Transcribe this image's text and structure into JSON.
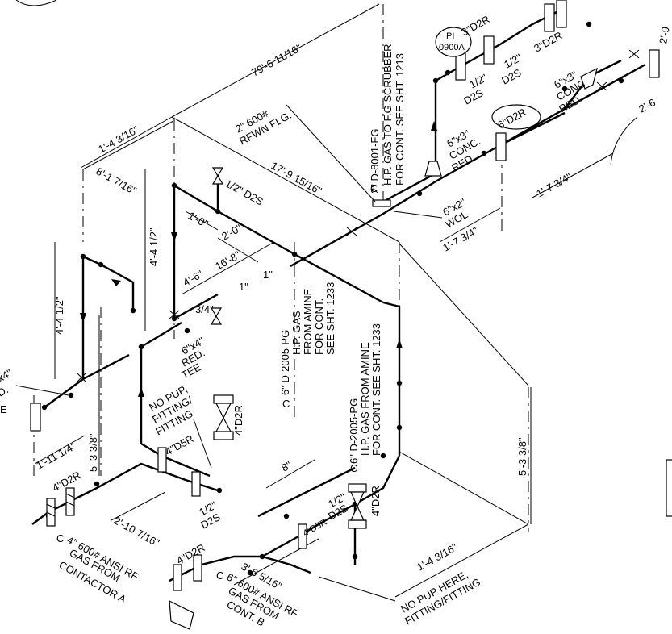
{
  "dimensions": {
    "top_long": "79'-6 11/16\"",
    "top_left": "1'-4 3/16\"",
    "mid_run": "17'-9 15/16\"",
    "left_run": "8'-1 7/16\"",
    "vert_left": "4'-4 1/2\"",
    "vert_far_left": "4'-4 1/2\"",
    "one_zero": "1'-0\"",
    "two_zero": "2'-0\"",
    "four_six": "4'-6\"",
    "sixteen_eight": "16'-8\"",
    "one_in_a": "1\"",
    "one_in_b": "1\"",
    "three_quarter": "3/4\"",
    "five_three_left": "5'-3 3/8\"",
    "one_eleven": "1'-11 1/4\"",
    "two_ten": "2'-10 7/16\"",
    "eight": "8\"",
    "five_three_right": "5'-3 3/8\"",
    "one_four_bottom": "1'-4 3/16\"",
    "three_six": "3'-6 5/16\"",
    "one_seven_a": "1'-7 3/4\"",
    "one_seven_b": "1'-7 3/4\"",
    "two_six": "2'-6",
    "two_nine": "2'-9"
  },
  "labels": {
    "flange": "2\" 600#",
    "flange2": "RFWN FLG.",
    "d2s_top": "1/2\" D2S",
    "red_6x4_a": "6\"x4\"",
    "red_6x4_b": "RED.",
    "red_6x4_c": "TEE",
    "line_2005_a": "6\" D-2005-PG",
    "line_2005_a2": "H.P. GAS",
    "line_2005_a3": "FROM AMINE",
    "line_2005_a4": "FOR CONT.",
    "line_2005_a5": "SEE SHT. 1233",
    "line_2005_b": "6\" D-2005-PG",
    "line_2005_b2": "H.P. GAS FROM AMINE",
    "line_2005_b3": "FOR CONT. SEE SHT. 1233",
    "line_8001": "2\" D-8001-FG",
    "line_8001_b": "H.P. GAS TO F.G SCRUBBER",
    "line_8001_c": "FOR CONT. SEE SHT. 1213",
    "pi": "PI",
    "pi_tag": "0900A",
    "d2r_3_a": "3\"D2R",
    "d2r_3_b": "3\"D2R",
    "d2s_half_a": "1/2\"",
    "d2s_half_a2": "D2S",
    "d2s_half_b": "1/2\"",
    "d2s_half_b2": "D2S",
    "conc_6x3_a": "6\"x3\"",
    "conc_6x3_a2": "CONC.",
    "conc_6x3_a3": "RED.",
    "conc_6x3_b": "6\"x3\"",
    "conc_6x3_b2": "CONC",
    "conc_6x3_b3": "RED.",
    "d2r_6": "6\"D2R",
    "wol": "6\"x2\"",
    "wol2": "WOL",
    "no_pup_a": "NO PUP,",
    "no_pup_a2": "FITTING/",
    "no_pup_a3": "FITTING",
    "d2r_4_a": "4\"D2R",
    "d5r_4_a": "4\"D5R",
    "d2s_half_c": "1/2\"",
    "d2s_half_c2": "D2S",
    "d2r_4_left": "4\"D2R",
    "d2r_4_mid": "4\"D2R",
    "d2s_half_d": "1/2\"",
    "d2s_half_d2": "D2S",
    "d5r_4_b": "4\"D5R",
    "d2r_4_right": "4\"D2R",
    "gas_a": "4\" 600# ANSI RF",
    "gas_a2": "GAS FROM",
    "gas_a3": "CONTACTOR A",
    "gas_b": "6\" 600# ANSI RF",
    "gas_b2": "GAS FROM",
    "gas_b3": "CONT. B",
    "no_pup_b": "NO PUP HERE,",
    "no_pup_b2": "FITTING/FITTING",
    "cl_a": "C",
    "cl_b": "C",
    "cl_c": "C",
    "cl_d": "C",
    "cl_e": "C",
    "left_edge_a": "x4\"",
    "left_edge_b": "D.",
    "left_edge_c": "E"
  }
}
